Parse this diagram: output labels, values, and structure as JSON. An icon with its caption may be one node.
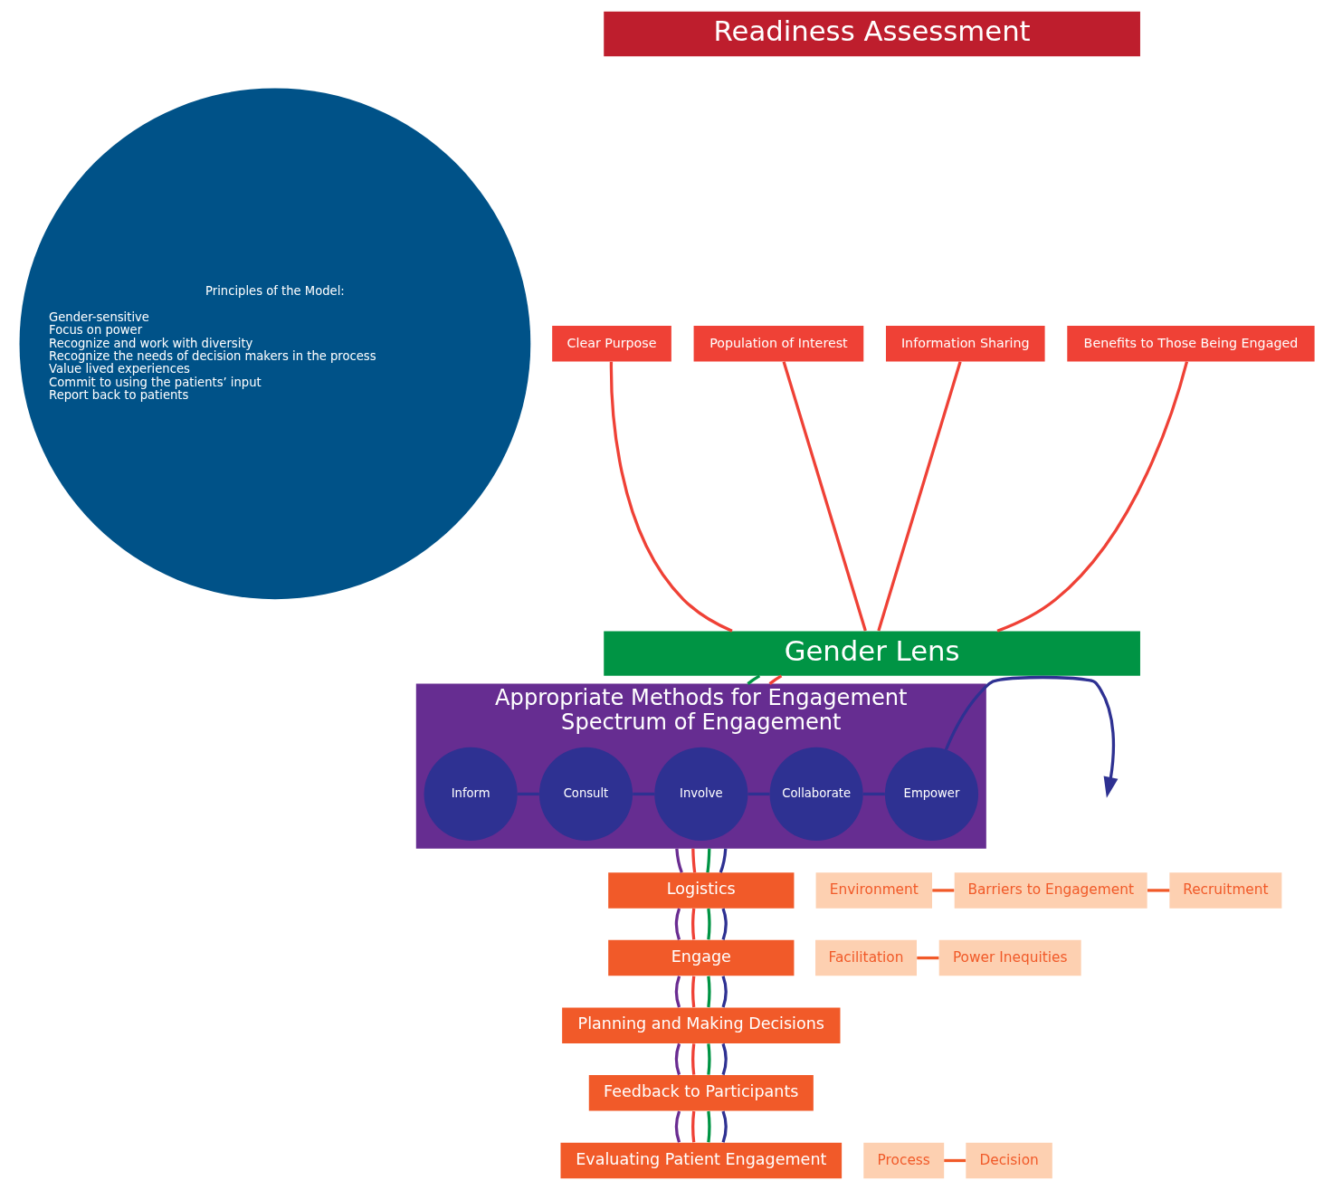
{
  "diagram": {
    "nodes": [
      {
        "text": [
          "Principles of the Model:",
          "Gender-sensitive",
          "Focus on power",
          "Recognize and work with diversity",
          "Recognize the needs of decision makers in the process",
          "Value lived experiences",
          "Commit to using the patients’ input",
          "Report back to patients"
        ]
      },
      {
        "text": [
          "Readiness Assessment"
        ]
      },
      {
        "text": [
          "Clear Purpose"
        ]
      },
      {
        "text": [
          "Population of Interest"
        ]
      },
      {
        "text": [
          "Information Sharing"
        ]
      },
      {
        "text": [
          "Benefits to Those Being Engaged"
        ]
      },
      {
        "text": [
          "Gender Lens"
        ]
      },
      {
        "text": [
          "Appropriate Methods for Engagement",
          "Spectrum of Engagement"
        ]
      },
      {
        "text": [
          "Inform"
        ],
        "in": 7
      },
      {
        "text": [
          "Consult"
        ],
        "in": 7
      },
      {
        "text": [
          "Involve"
        ],
        "in": 7
      },
      {
        "text": [
          "Collaborate"
        ],
        "in": 7
      },
      {
        "text": [
          "Empower"
        ],
        "in": 7
      },
      {
        "text": [
          "Logistics"
        ]
      },
      {
        "text": [
          "Environment"
        ]
      },
      {
        "text": [
          "Barriers to Engagement"
        ]
      },
      {
        "text": [
          "Recruitment"
        ]
      },
      {
        "text": [
          "Engage"
        ]
      },
      {
        "text": [
          "Facilitation"
        ]
      },
      {
        "text": [
          "Power Inequities"
        ]
      },
      {
        "text": [
          "Planning and Making Decisions"
        ]
      },
      {
        "text": [
          "Feedback to Participants"
        ]
      },
      {
        "text": [
          "Evaluating Patient Engagement"
        ]
      },
      {
        "text": [
          "Process"
        ]
      },
      {
        "text": [
          "Decision"
        ]
      }
    ],
    "edges": [
      {
        "from": 2,
        "to": 6,
        "arrow": "none",
        "color": "#ef4136"
      },
      {
        "from": 3,
        "to": 6,
        "arrow": "none",
        "color": "#ef4136"
      },
      {
        "from": 4,
        "to": 6,
        "arrow": "none",
        "color": "#ef4136"
      },
      {
        "from": 5,
        "to": 6,
        "arrow": "none",
        "color": "#ef4136"
      },
      {
        "from": 6,
        "to": 7,
        "arrow": "none",
        "color": "#009444"
      },
      {
        "from": 6,
        "to": 7,
        "arrow": "none",
        "color": "#ef4136"
      },
      {
        "from": 8,
        "to": 9,
        "arrow": "none",
        "color": "#2e3192"
      },
      {
        "from": 9,
        "to": 10,
        "arrow": "none",
        "color": "#2e3192"
      },
      {
        "from": 10,
        "to": 11,
        "arrow": "none",
        "color": "#2e3192"
      },
      {
        "from": 11,
        "to": 12,
        "arrow": "none",
        "color": "#2e3192"
      },
      {
        "from": 12,
        "to": null,
        "arrow": "to",
        "color": "#2e3192"
      },
      {
        "from": 7,
        "to": 13,
        "arrow": "none",
        "color": "#6a2c91"
      },
      {
        "from": 7,
        "to": 13,
        "arrow": "none",
        "color": "#ef4136"
      },
      {
        "from": 7,
        "to": 13,
        "arrow": "none",
        "color": "#009444"
      },
      {
        "from": 7,
        "to": 13,
        "arrow": "none",
        "color": "#2e3192"
      },
      {
        "from": 13,
        "to": 17,
        "arrow": "none",
        "color": "#6a2c91"
      },
      {
        "from": 13,
        "to": 17,
        "arrow": "none",
        "color": "#ef4136"
      },
      {
        "from": 13,
        "to": 17,
        "arrow": "none",
        "color": "#009444"
      },
      {
        "from": 13,
        "to": 17,
        "arrow": "none",
        "color": "#2e3192"
      },
      {
        "from": 17,
        "to": 20,
        "arrow": "none",
        "color": "#6a2c91"
      },
      {
        "from": 17,
        "to": 20,
        "arrow": "none",
        "color": "#ef4136"
      },
      {
        "from": 17,
        "to": 20,
        "arrow": "none",
        "color": "#009444"
      },
      {
        "from": 17,
        "to": 20,
        "arrow": "none",
        "color": "#2e3192"
      },
      {
        "from": 20,
        "to": 21,
        "arrow": "none",
        "color": "#6a2c91"
      },
      {
        "from": 20,
        "to": 21,
        "arrow": "none",
        "color": "#ef4136"
      },
      {
        "from": 20,
        "to": 21,
        "arrow": "none",
        "color": "#009444"
      },
      {
        "from": 20,
        "to": 21,
        "arrow": "none",
        "color": "#2e3192"
      },
      {
        "from": 21,
        "to": 22,
        "arrow": "none",
        "color": "#6a2c91"
      },
      {
        "from": 21,
        "to": 22,
        "arrow": "none",
        "color": "#ef4136"
      },
      {
        "from": 21,
        "to": 22,
        "arrow": "none",
        "color": "#009444"
      },
      {
        "from": 21,
        "to": 22,
        "arrow": "none",
        "color": "#2e3192"
      },
      {
        "from": 14,
        "to": 15,
        "arrow": "none"
      },
      {
        "from": 15,
        "to": 16,
        "arrow": "none"
      },
      {
        "from": 18,
        "to": 19,
        "arrow": "none"
      },
      {
        "from": 23,
        "to": 24,
        "arrow": "none"
      }
    ]
  }
}
